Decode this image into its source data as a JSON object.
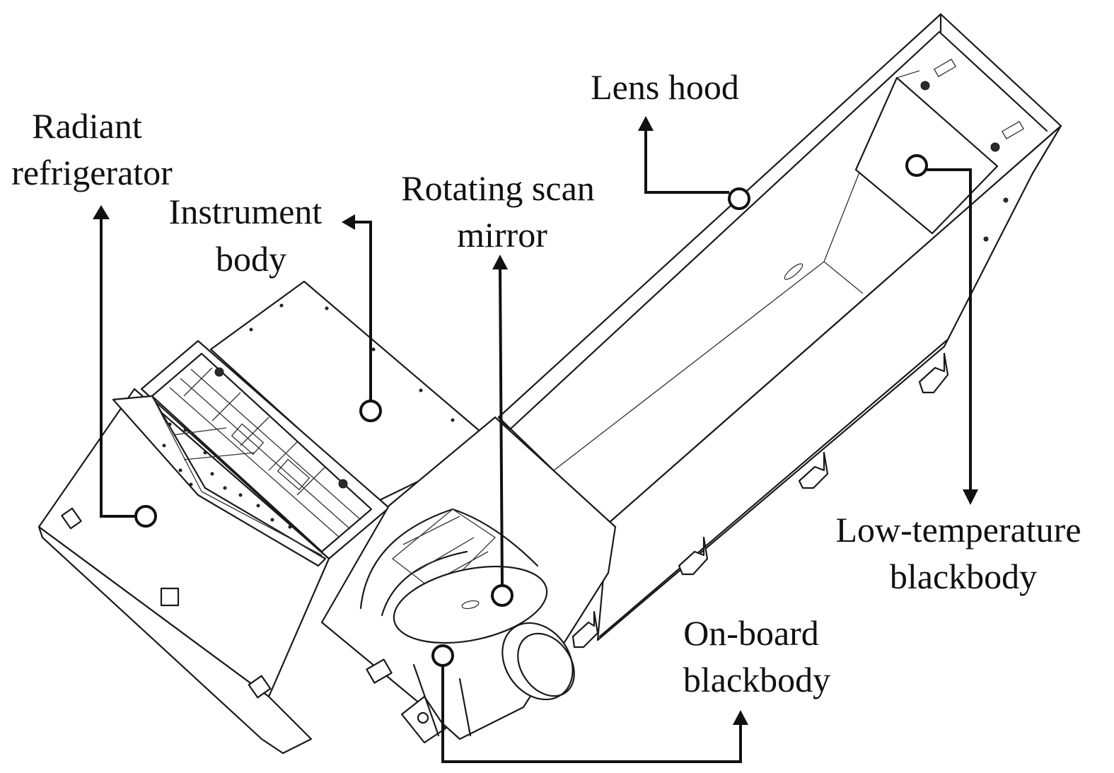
{
  "labels": {
    "radiant_refrigerator": [
      "Radiant",
      "refrigerator"
    ],
    "instrument_body": [
      "Instrument",
      "body"
    ],
    "rotating_scan_mirror": [
      "Rotating scan",
      "mirror"
    ],
    "lens_hood": [
      "Lens hood"
    ],
    "low_temperature_blackbody": [
      "Low-temperature",
      "blackbody"
    ],
    "on_board_blackbody": [
      "On-board",
      "blackbody"
    ]
  }
}
